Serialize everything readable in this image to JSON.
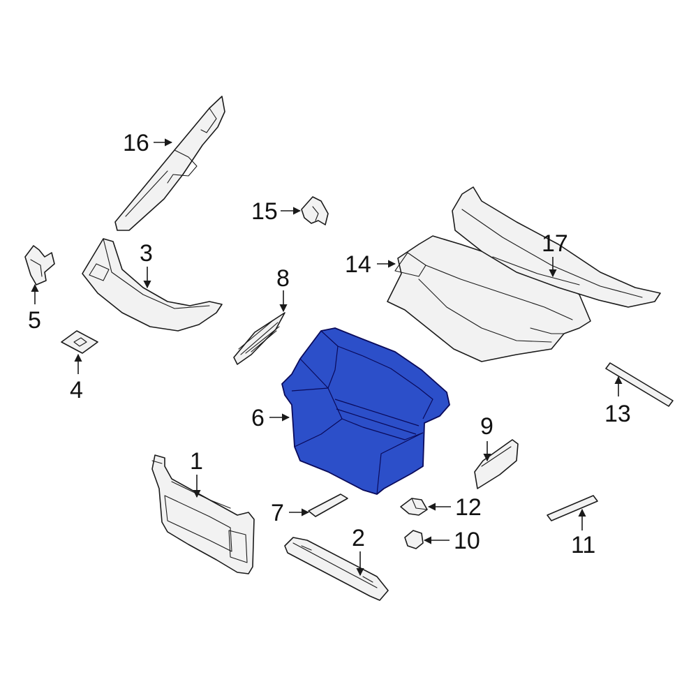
{
  "highlight_color": "#2c4fc9",
  "callouts": [
    {
      "id": "1",
      "text": "1"
    },
    {
      "id": "2",
      "text": "2"
    },
    {
      "id": "3",
      "text": "3"
    },
    {
      "id": "4",
      "text": "4"
    },
    {
      "id": "5",
      "text": "5"
    },
    {
      "id": "6",
      "text": "6"
    },
    {
      "id": "7",
      "text": "7"
    },
    {
      "id": "8",
      "text": "8"
    },
    {
      "id": "9",
      "text": "9"
    },
    {
      "id": "10",
      "text": "10"
    },
    {
      "id": "11",
      "text": "11"
    },
    {
      "id": "12",
      "text": "12"
    },
    {
      "id": "13",
      "text": "13"
    },
    {
      "id": "14",
      "text": "14"
    },
    {
      "id": "15",
      "text": "15"
    },
    {
      "id": "16",
      "text": "16"
    },
    {
      "id": "17",
      "text": "17"
    }
  ]
}
